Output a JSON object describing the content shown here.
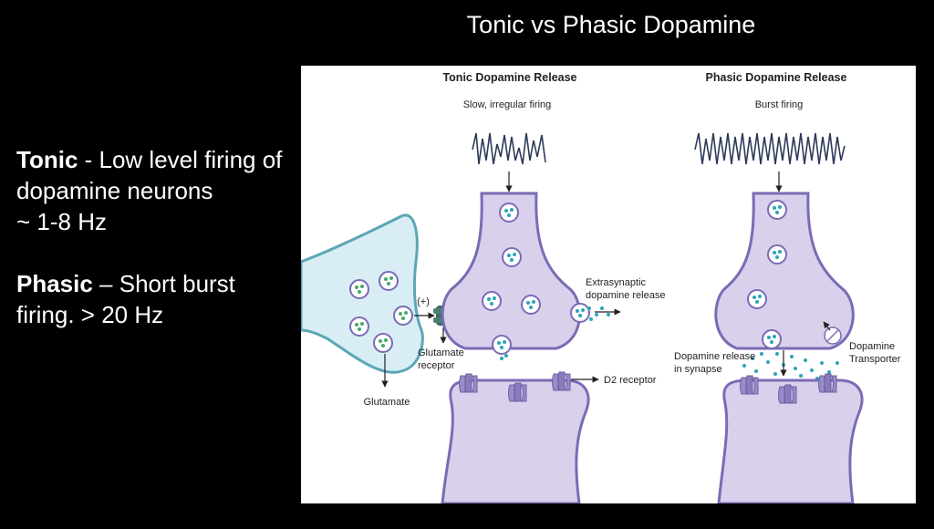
{
  "slide": {
    "title": "Tonic vs Phasic Dopamine"
  },
  "notes": {
    "tonic_term": "Tonic",
    "tonic_text": " - Low level firing of dopamine neurons",
    "tonic_rate": "~ 1-8 Hz",
    "phasic_term": "Phasic",
    "phasic_text": " – Short burst firing.  > 20 Hz"
  },
  "figure": {
    "tonic": {
      "header": "Tonic Dopamine Release",
      "firing": "Slow, irregular firing",
      "extrasynaptic_1": "Extrasynaptic",
      "extrasynaptic_2": "dopamine release",
      "plus": "(+)",
      "glutamate_receptor_1": "Glutamate",
      "glutamate_receptor_2": "receptor",
      "glutamate": "Glutamate",
      "d2_receptor": "D2 receptor"
    },
    "phasic": {
      "header": "Phasic Dopamine Release",
      "firing": "Burst firing",
      "release_1": "Dopamine release",
      "release_2": "in synapse",
      "transporter_1": "Dopamine",
      "transporter_2": "Transporter"
    },
    "colors": {
      "neuron_fill": "#d9d0ec",
      "neuron_stroke": "#7b6bb5",
      "glutamate_neuron_fill": "#d8eef4",
      "glutamate_neuron_stroke": "#5da6b6",
      "dopamine_dot": "#2aa6b8",
      "receptor": "#3d6b63",
      "d2_receptor": "#9a8cc8"
    }
  }
}
